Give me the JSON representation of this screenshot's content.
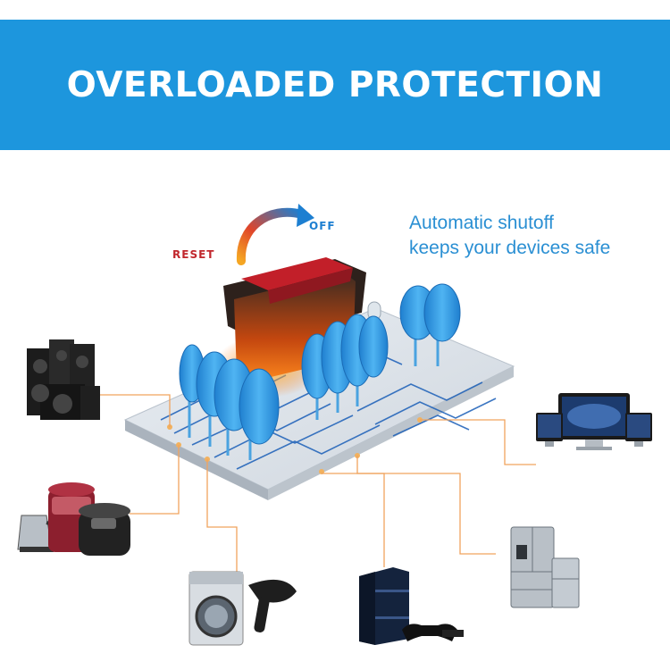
{
  "banner": {
    "title": "OVERLOADED PROTECTION",
    "color": "#1d96dd"
  },
  "tagline": {
    "line1": "Automatic shutoff",
    "line2": "keeps your devices safe"
  },
  "switch": {
    "reset_label": "RESET",
    "off_label": "OFF"
  },
  "devices": [
    {
      "name": "speakers"
    },
    {
      "name": "kettle-and-rice-cooker"
    },
    {
      "name": "washing-machine-and-hair-dryer"
    },
    {
      "name": "game-console"
    },
    {
      "name": "refrigerator"
    },
    {
      "name": "desktop-computers"
    }
  ],
  "colors": {
    "accent_blue": "#1d96dd",
    "text_blue": "#2a8fd3",
    "reset_red": "#c1272d",
    "connector_orange": "#f0a35e",
    "capacitor_blue": "#3aa0e6"
  }
}
